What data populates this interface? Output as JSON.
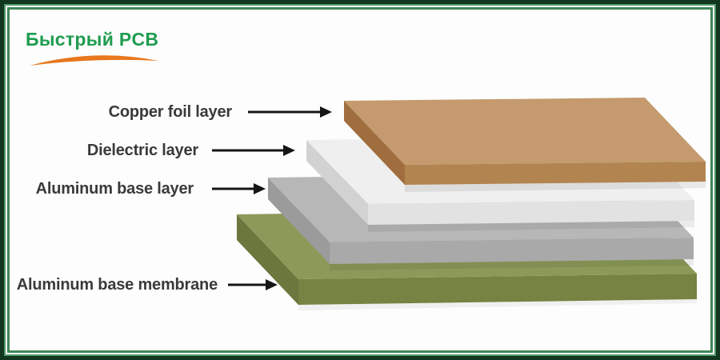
{
  "logo": {
    "brand": "Быстрый PCB",
    "brand_color": "#1f9c50",
    "swoosh_color": "#e8771e"
  },
  "frame": {
    "outer_color": "#12371e",
    "mid_line_color": "#4e9365",
    "inner_line_color": "#3f8557",
    "background_color": "#fcfdfc"
  },
  "diagram": {
    "type": "layer-stackup",
    "subject": "Aluminum-base PCB layer structure",
    "arrow_color": "#161616",
    "label_color": "#3a3a3a",
    "layers": [
      {
        "id": "copper-foil",
        "label": "Copper foil layer",
        "colors": {
          "top": "#c49a6e",
          "side": "#a06e3e",
          "front": "#b28450"
        }
      },
      {
        "id": "dielectric",
        "label": "Dielectric layer",
        "colors": {
          "top": "#efefef",
          "side": "#d2d2d2",
          "front": "#e2e2e2"
        }
      },
      {
        "id": "aluminum-base",
        "label": "Aluminum base layer",
        "colors": {
          "top": "#b7b7b7",
          "side": "#9b9b9b",
          "front": "#a9a9a9"
        }
      },
      {
        "id": "aluminum-membrane",
        "label": "Aluminum base membrane",
        "colors": {
          "top": "#8c9a59",
          "side": "#6b773d",
          "front": "#768342"
        }
      }
    ]
  }
}
